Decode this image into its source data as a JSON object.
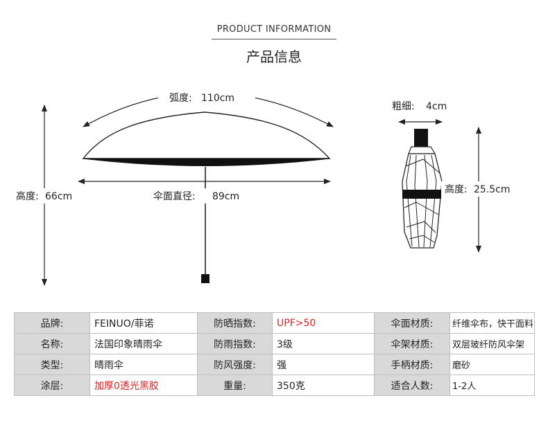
{
  "header": {
    "title_en": "PRODUCT INFORMATION",
    "title_zh": "产品信息"
  },
  "diagram": {
    "open_umbrella": {
      "arc_label": "弧度:",
      "arc_value": "110cm",
      "diameter_label": "伞面直径:",
      "diameter_value": "89cm",
      "height_label": "高度:",
      "height_value": "66cm"
    },
    "folded_umbrella": {
      "thickness_label": "粗细:",
      "thickness_value": "4cm",
      "height_label": "高度:",
      "height_value": "25.5cm"
    }
  },
  "specs": {
    "rows": [
      [
        {
          "label": "品牌:",
          "value": "FEINUO/菲诺",
          "highlight": false
        },
        {
          "label": "防晒指数:",
          "value": "UPF>50",
          "highlight": true
        },
        {
          "label": "伞面材质:",
          "value": "纤维伞布，快干面料",
          "highlight": false
        }
      ],
      [
        {
          "label": "名称:",
          "value": "法国印象晴雨伞",
          "highlight": false
        },
        {
          "label": "防雨指数:",
          "value": "3级",
          "highlight": false
        },
        {
          "label": "伞架材质:",
          "value": "双层玻纤防风伞架",
          "highlight": false
        }
      ],
      [
        {
          "label": "类型:",
          "value": "晴雨伞",
          "highlight": false
        },
        {
          "label": "防风强度:",
          "value": "强",
          "highlight": false
        },
        {
          "label": "手柄材质:",
          "value": "磨砂",
          "highlight": false
        }
      ],
      [
        {
          "label": "涂层:",
          "value": "加厚0透光黑胶",
          "highlight": true
        },
        {
          "label": "重量:",
          "value": "350克",
          "highlight": false
        },
        {
          "label": "适合人数:",
          "value": "1-2人",
          "highlight": false
        }
      ]
    ]
  },
  "colors": {
    "label_bg": "#d9d9d9",
    "border": "#bfbfbf",
    "highlight_text": "#e02020"
  }
}
